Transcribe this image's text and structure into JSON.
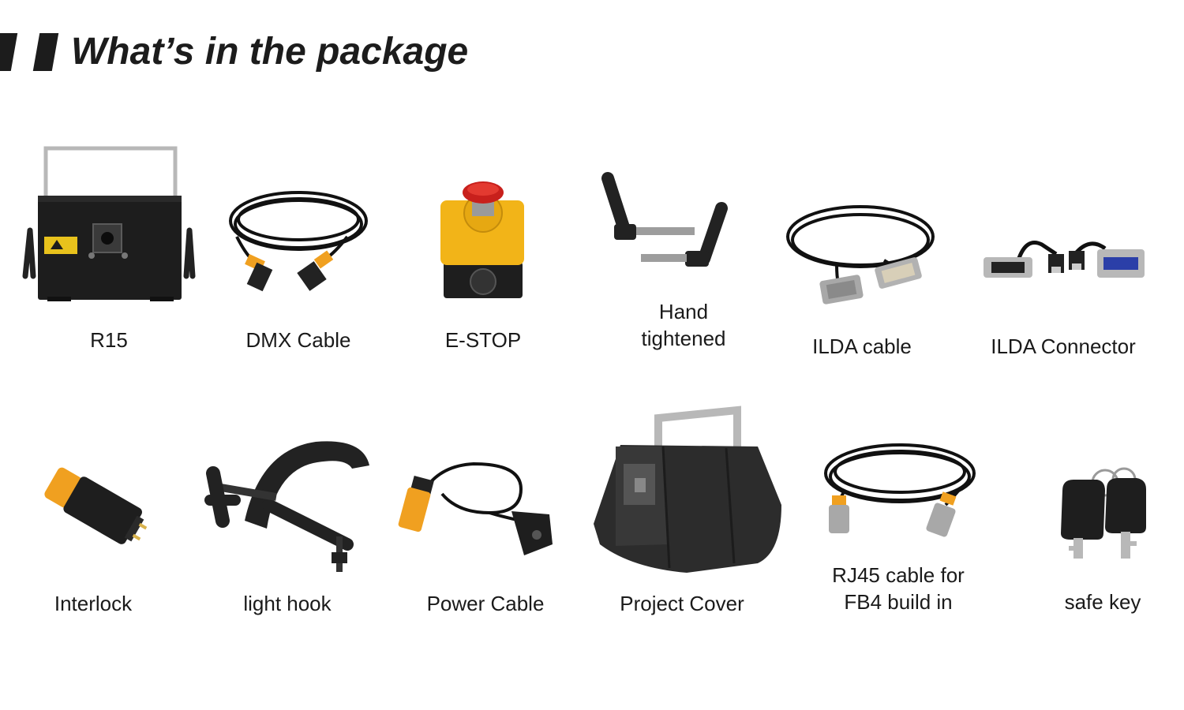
{
  "header": {
    "title": "What’s in the package"
  },
  "items": [
    {
      "label": "R15",
      "icon": "laser-projector-icon"
    },
    {
      "label": "DMX Cable",
      "icon": "dmx-cable-icon"
    },
    {
      "label": "E-STOP",
      "icon": "emergency-stop-icon"
    },
    {
      "label": "Hand tightened",
      "label_line1": "Hand",
      "label_line2": "tightened",
      "icon": "hand-screw-icon"
    },
    {
      "label": "ILDA cable",
      "icon": "ilda-cable-icon"
    },
    {
      "label": "ILDA Connector",
      "icon": "ilda-connector-icon"
    },
    {
      "label": "Interlock",
      "icon": "interlock-plug-icon"
    },
    {
      "label": "light hook",
      "icon": "clamp-hook-icon"
    },
    {
      "label": "Power Cable",
      "icon": "power-cable-icon"
    },
    {
      "label": "Project Cover",
      "icon": "projector-cover-icon"
    },
    {
      "label": "RJ45 cable for FB4 build in",
      "label_line1": "RJ45 cable for",
      "label_line2": "FB4 build in",
      "icon": "rj45-cable-icon"
    },
    {
      "label": "safe key",
      "icon": "safe-key-icon"
    }
  ],
  "colors": {
    "accent": "#f0a020",
    "dark": "#1c1c1c",
    "estop_red": "#c8201c",
    "estop_yellow": "#f2b418"
  }
}
